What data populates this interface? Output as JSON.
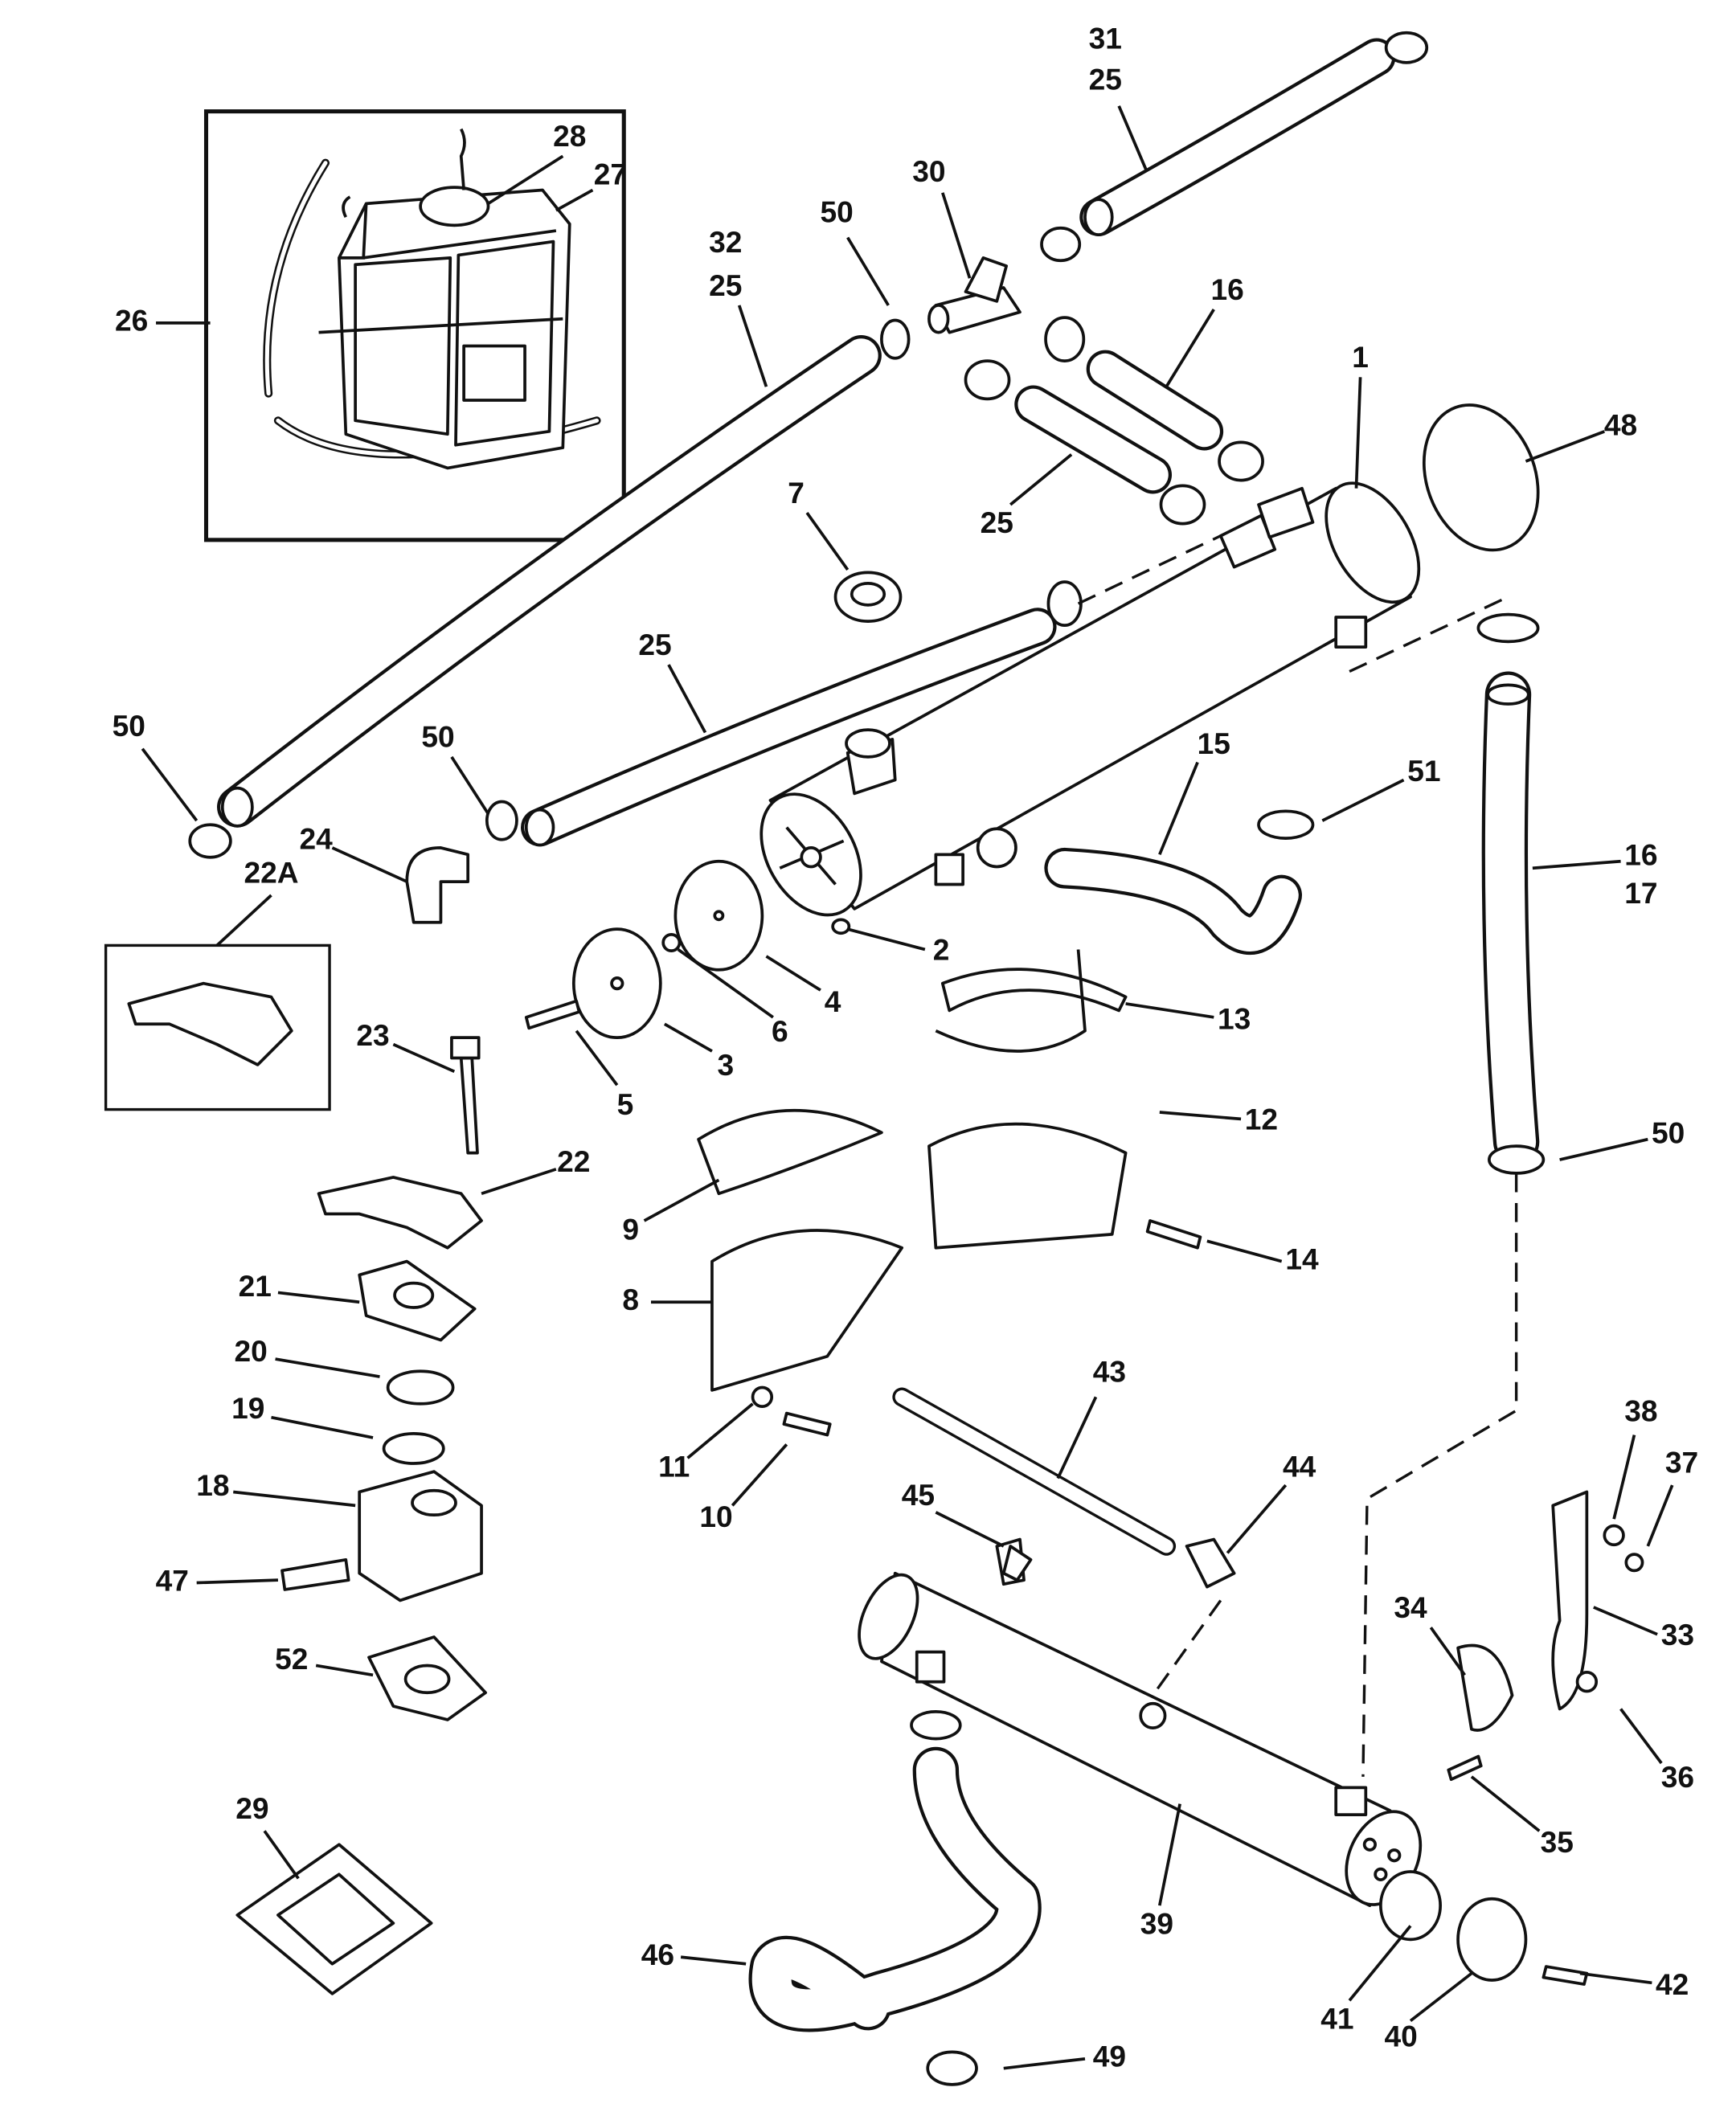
{
  "diagram": {
    "type": "exploded parts diagram",
    "callouts": [
      "31",
      "25",
      "28",
      "27",
      "26",
      "30",
      "50",
      "32",
      "25",
      "16",
      "1",
      "48",
      "25",
      "7",
      "25",
      "50",
      "50",
      "15",
      "51",
      "16",
      "17",
      "24",
      "22A",
      "2",
      "4",
      "6",
      "3",
      "5",
      "13",
      "23",
      "12",
      "22",
      "9",
      "50",
      "14",
      "21",
      "8",
      "20",
      "43",
      "19",
      "38",
      "37",
      "44",
      "11",
      "18",
      "45",
      "10",
      "47",
      "34",
      "33",
      "52",
      "36",
      "29",
      "35",
      "39",
      "46",
      "41",
      "40",
      "42",
      "49"
    ]
  }
}
